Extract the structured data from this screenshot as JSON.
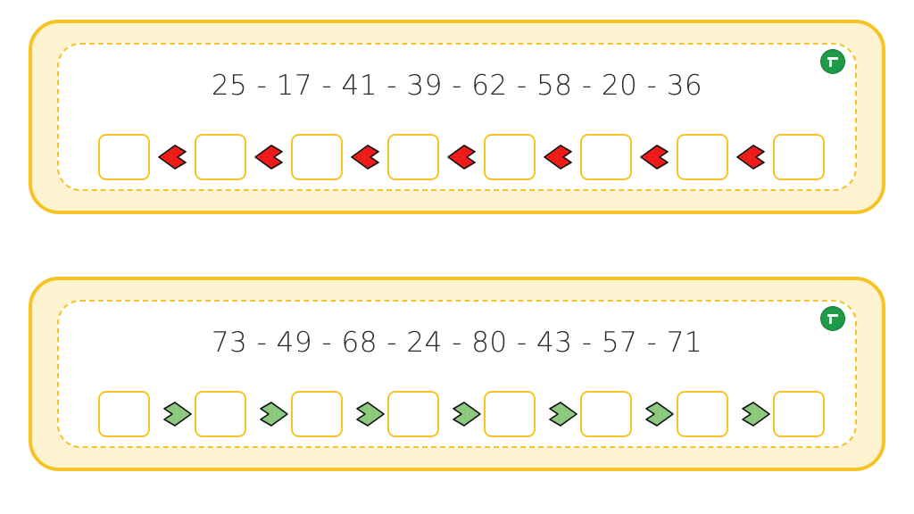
{
  "cards": [
    {
      "numbers": "25 - 17 - 41 - 39 - 62 - 58 - 20 - 36",
      "arrow_direction": "left",
      "arrow_symbol": "<",
      "arrow_color": "#ee1b1b",
      "box_count": 8,
      "logo_icon": "green-circle-logo-icon"
    },
    {
      "numbers": "73 - 49 - 68 - 24 - 80 - 43 - 57 - 71",
      "arrow_direction": "right",
      "arrow_symbol": ">",
      "arrow_color": "#8cc97f",
      "box_count": 8,
      "logo_icon": "green-circle-logo-icon"
    }
  ],
  "colors": {
    "card_border": "#f6c325",
    "card_fill": "#fef3d1",
    "logo": "#1f9b47"
  }
}
